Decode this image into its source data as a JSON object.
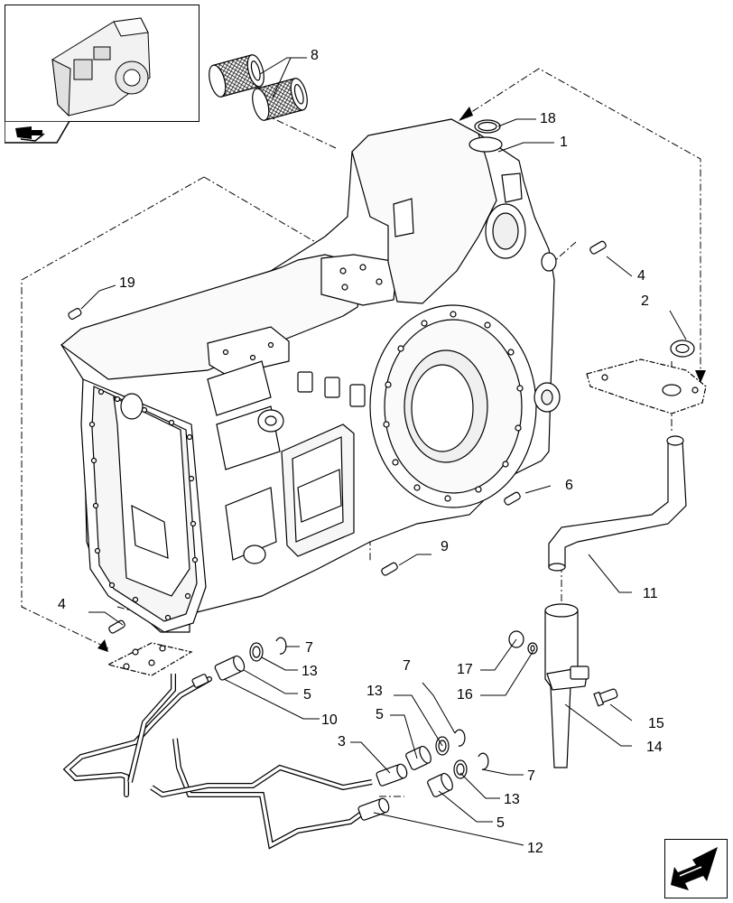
{
  "callouts": {
    "c1": "1",
    "c2": "2",
    "c3": "3",
    "c4a": "4",
    "c4b": "4",
    "c5a": "5",
    "c5b": "5",
    "c5c": "5",
    "c6": "6",
    "c7a": "7",
    "c7b": "7",
    "c7c": "7",
    "c8": "8",
    "c9": "9",
    "c10": "10",
    "c11": "11",
    "c12": "12",
    "c13a": "13",
    "c13b": "13",
    "c13c": "13",
    "c14": "14",
    "c15": "15",
    "c16": "16",
    "c17": "17",
    "c18": "18",
    "c19": "19"
  },
  "icons": {
    "thumbnail": "housing-thumbnail-icon",
    "back_tab": "book-arrow-icon",
    "nav": "next-page-arrow-icon"
  },
  "colors": {
    "line": "#000000",
    "fill": "#ffffff"
  }
}
